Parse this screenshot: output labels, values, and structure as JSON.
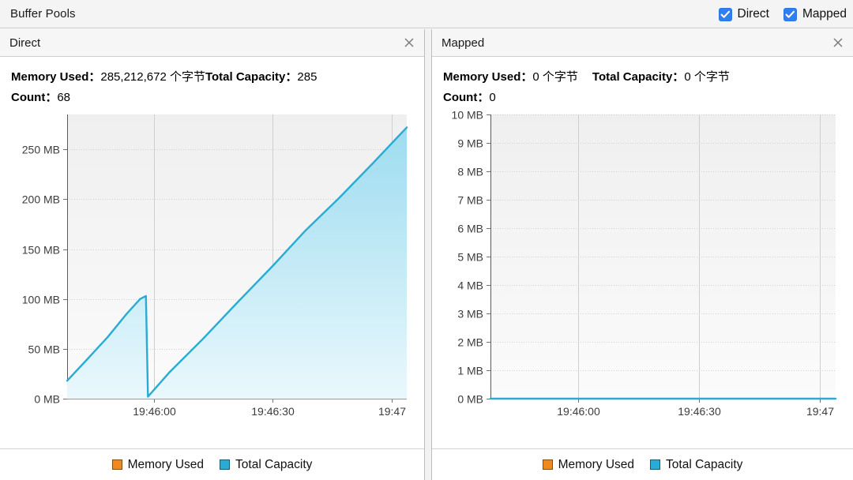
{
  "window": {
    "title": "Buffer Pools",
    "checkboxes": [
      {
        "label": "Direct",
        "checked": true,
        "icon": "checkbox-checked-icon"
      },
      {
        "label": "Mapped",
        "checked": true,
        "icon": "checkbox-checked-icon"
      }
    ],
    "accent_color": "#2f7ff0"
  },
  "panels": [
    {
      "id": "direct",
      "title": "Direct",
      "close_icon": "close-icon",
      "stats": {
        "memory_used_label": "Memory Used：",
        "memory_used_value": "285,212,672 个字节",
        "total_capacity_label": "Total Capacity：",
        "total_capacity_value": "285",
        "count_label": "Count：",
        "count_value": "68"
      },
      "legend": [
        {
          "label": "Memory Used",
          "color": "#f08a1e"
        },
        {
          "label": "Total Capacity",
          "color": "#29abd4"
        }
      ]
    },
    {
      "id": "mapped",
      "title": "Mapped",
      "close_icon": "close-icon",
      "stats": {
        "memory_used_label": "Memory Used：",
        "memory_used_value": "0 个字节",
        "total_capacity_label": "Total Capacity：",
        "total_capacity_value": "0 个字节",
        "count_label": "Count：",
        "count_value": "0"
      },
      "legend": [
        {
          "label": "Memory Used",
          "color": "#f08a1e"
        },
        {
          "label": "Total Capacity",
          "color": "#29abd4"
        }
      ]
    }
  ],
  "chart_data": [
    {
      "id": "direct-chart",
      "type": "area",
      "title": "Direct",
      "xlabel": "",
      "ylabel": "",
      "grid": true,
      "legend_position": "bottom",
      "ylim": [
        0,
        285
      ],
      "ytick_labels": [
        "0 MB",
        "50 MB",
        "100 MB",
        "150 MB",
        "200 MB",
        "250 MB"
      ],
      "ytick_values": [
        0,
        50,
        100,
        150,
        200,
        250
      ],
      "xtick_labels": [
        "19:46:00",
        "19:46:30",
        "19:47"
      ],
      "xtick_fractions": [
        0.255,
        0.605,
        0.955
      ],
      "series": [
        {
          "name": "Total Capacity",
          "color": "#29abd4",
          "fill_top": "#9ddcef",
          "fill_bottom": "#eaf8fd",
          "x": [
            0.0,
            0.055,
            0.12,
            0.175,
            0.215,
            0.232,
            0.238,
            0.3,
            0.4,
            0.5,
            0.605,
            0.7,
            0.8,
            0.9,
            1.0
          ],
          "y": [
            18,
            38,
            62,
            85,
            100,
            103,
            2,
            26,
            60,
            96,
            133,
            168,
            201,
            236,
            272
          ]
        },
        {
          "name": "Memory Used",
          "color": "#f08a1e",
          "x": [],
          "y": []
        }
      ]
    },
    {
      "id": "mapped-chart",
      "type": "area",
      "title": "Mapped",
      "xlabel": "",
      "ylabel": "",
      "grid": true,
      "legend_position": "bottom",
      "ylim": [
        0,
        10
      ],
      "ytick_labels": [
        "0 MB",
        "1 MB",
        "2 MB",
        "3 MB",
        "4 MB",
        "5 MB",
        "6 MB",
        "7 MB",
        "8 MB",
        "9 MB",
        "10 MB"
      ],
      "ytick_values": [
        0,
        1,
        2,
        3,
        4,
        5,
        6,
        7,
        8,
        9,
        10
      ],
      "xtick_labels": [
        "19:46:00",
        "19:46:30",
        "19:47"
      ],
      "xtick_fractions": [
        0.255,
        0.605,
        0.955
      ],
      "series": [
        {
          "name": "Total Capacity",
          "color": "#29abd4",
          "fill_top": "#9ddcef",
          "fill_bottom": "#eaf8fd",
          "x": [
            0.0,
            1.0
          ],
          "y": [
            0,
            0
          ]
        },
        {
          "name": "Memory Used",
          "color": "#f08a1e",
          "x": [],
          "y": []
        }
      ]
    }
  ]
}
